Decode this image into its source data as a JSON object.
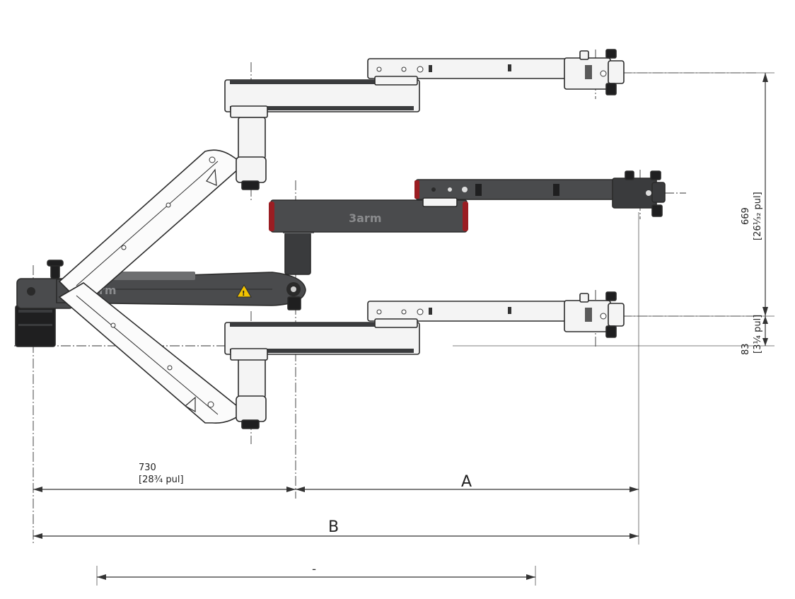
{
  "dimensions": {
    "reach_lower_mm": "730",
    "reach_lower_in": "[28¾ pul]",
    "span_a": "A",
    "span_b": "B",
    "span_c": "ـ",
    "height_mm": "669",
    "height_in": "[26¹⁄₃₂ pul]",
    "offset_mm": "83",
    "offset_in": "[3¼ pul]"
  },
  "labels": {
    "brand_top": "3arm",
    "brand_base": "3arm"
  },
  "colors": {
    "arm_dark": "#4a4b4d",
    "arm_light": "#f4f4f4",
    "accent_red": "#9a1d22",
    "warning_yellow": "#f2c300"
  },
  "icons": {
    "warning": "warning-triangle-icon"
  }
}
